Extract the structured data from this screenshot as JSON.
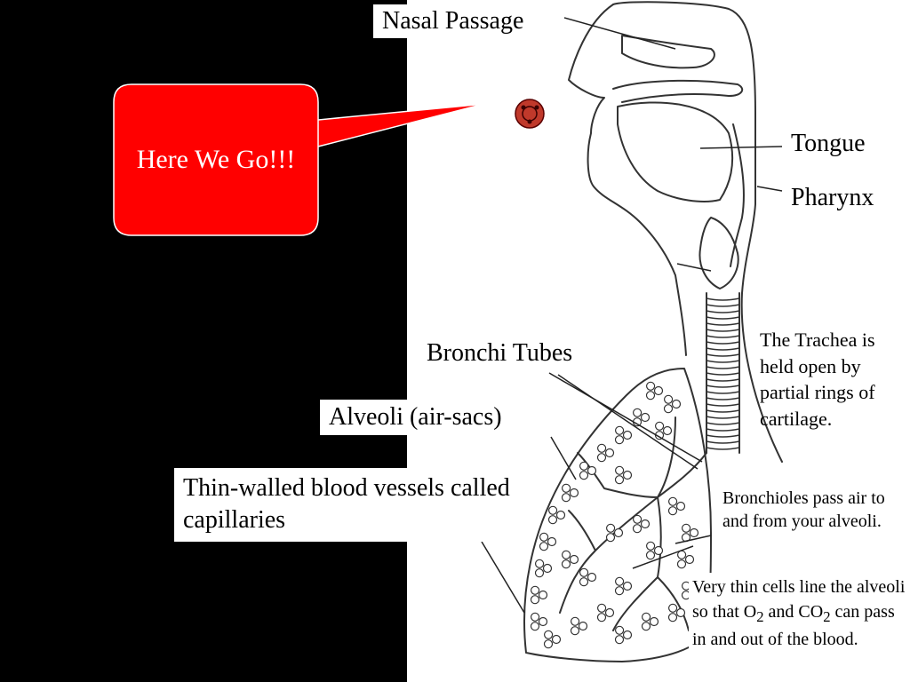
{
  "slide": {
    "colors": {
      "background": "#000000",
      "panel": "#ffffff",
      "callout": "#ff0000",
      "marker": "#c0392b",
      "ink": "#333333"
    }
  },
  "callout": {
    "text": "Here We Go!!!"
  },
  "labels": {
    "nasal_passage": "Nasal Passage",
    "tongue": "Tongue",
    "pharynx": "Pharynx",
    "trachea": "The Trachea is held open by partial rings of cartilage.",
    "bronchi": "Bronchi Tubes",
    "alveoli": "Alveoli (air-sacs)",
    "capillaries": "Thin-walled blood vessels called capillaries",
    "bronchioles": "Bronchioles pass air to and from your alveoli.",
    "thin_cells": {
      "part1": "Very thin cells line the alveoli so that O",
      "sub1": "2",
      "part2": " and CO",
      "sub2": "2",
      "part3": " can pass in and out of the blood."
    }
  },
  "icons": {
    "marker": "oxygen-molecule-icon"
  }
}
